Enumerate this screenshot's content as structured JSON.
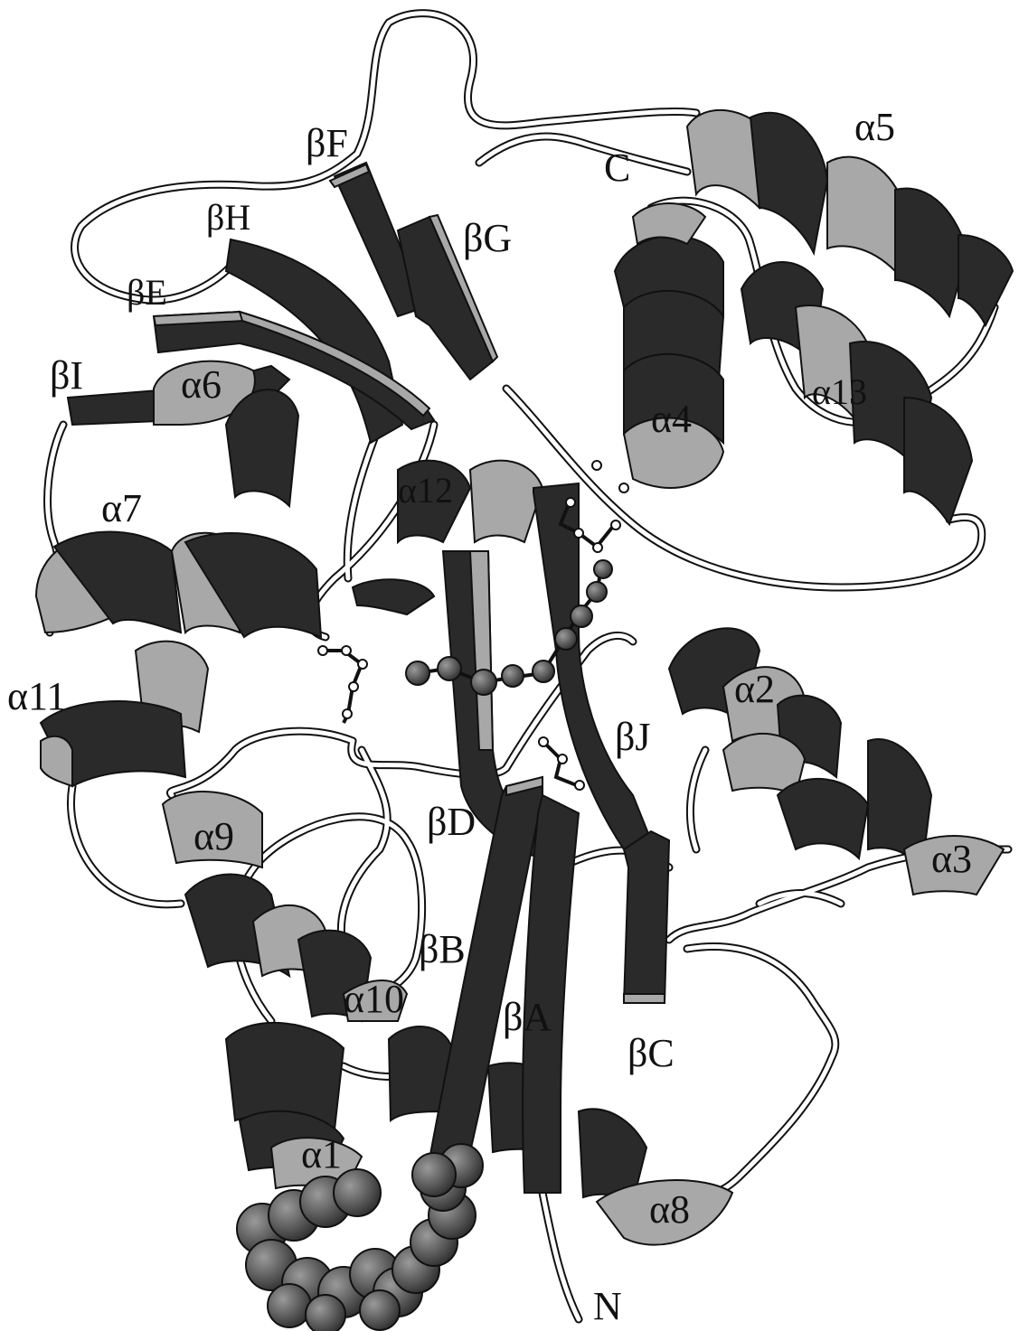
{
  "figure": {
    "labels": {
      "bF": "βF",
      "bG": "βG",
      "bH": "βH",
      "bE": "βE",
      "bI": "βI",
      "a6": "α6",
      "a7": "α7",
      "a11": "α11",
      "a12": "α12",
      "a4": "α4",
      "a5": "α5",
      "a13": "α13",
      "c_term": "C",
      "a2": "α2",
      "bJ": "βJ",
      "a9": "α9",
      "bD": "βD",
      "a3": "α3",
      "bB": "βB",
      "a10": "α10",
      "bA": "βA",
      "bC": "βC",
      "a1": "α1",
      "a8": "α8",
      "n_term": "N"
    },
    "colors": {
      "dark": "#2a2a2a",
      "light": "#a8a8a8",
      "coil": "#ffffff",
      "outline": "#111111",
      "sphere": "#5a5a5a"
    }
  }
}
